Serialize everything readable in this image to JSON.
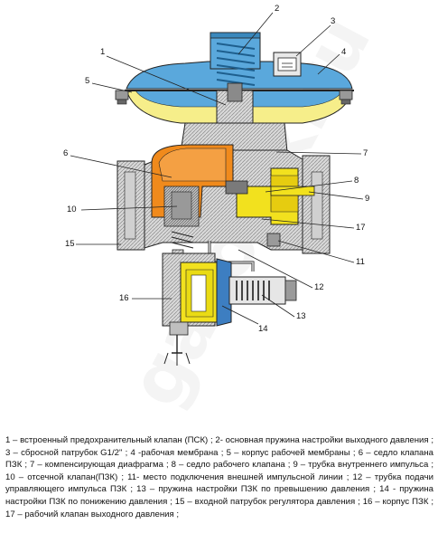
{
  "watermark": "gazovik.ru",
  "callouts": [
    {
      "id": "1",
      "label": "1"
    },
    {
      "id": "2",
      "label": "2"
    },
    {
      "id": "3",
      "label": "3"
    },
    {
      "id": "4",
      "label": "4"
    },
    {
      "id": "5",
      "label": "5"
    },
    {
      "id": "6",
      "label": "6"
    },
    {
      "id": "7",
      "label": "7"
    },
    {
      "id": "8",
      "label": "8"
    },
    {
      "id": "9",
      "label": "9"
    },
    {
      "id": "10",
      "label": "10"
    },
    {
      "id": "11",
      "label": "11"
    },
    {
      "id": "12",
      "label": "12"
    },
    {
      "id": "13",
      "label": "13"
    },
    {
      "id": "14",
      "label": "14"
    },
    {
      "id": "15",
      "label": "15"
    },
    {
      "id": "16",
      "label": "16"
    },
    {
      "id": "17",
      "label": "17"
    }
  ],
  "legend_text": "1 – встроенный предохранительный клапан (ПСК) ; 2- основная пружина настройки выходного давления ; 3 – сбросной патрубок G1/2\" ; 4 -рабочая мембрана ; 5 – корпус рабочей мембраны ; 6 – седло клапана ПЗК ; 7 – компенсирующая диафрагма ; 8 – седло рабочего клапана ; 9 – трубка внутреннего импульса ; 10 – отсечной клапан(ПЗК) ; 11- место подключения внешней импульсной линии ; 12 – трубка подачи управляющего импульса ПЗК ; 13 – пружина настройки ПЗК по превышению давления ; 14 - пружина настройки ПЗК по понижению давления ; 15 – входной патрубок регулятора давления ; 16 – корпус ПЗК ; 17 – рабочий клапан выходного давления ;",
  "colors": {
    "membrane_housing": "#5aa8dc",
    "membrane_light": "#bfe2f6",
    "membrane_yellow": "#f6ee8a",
    "inlet_orange": "#f08a1c",
    "outlet_yellow": "#f2e11e",
    "body_gray": "#c8c8c8",
    "line": "#222222"
  }
}
